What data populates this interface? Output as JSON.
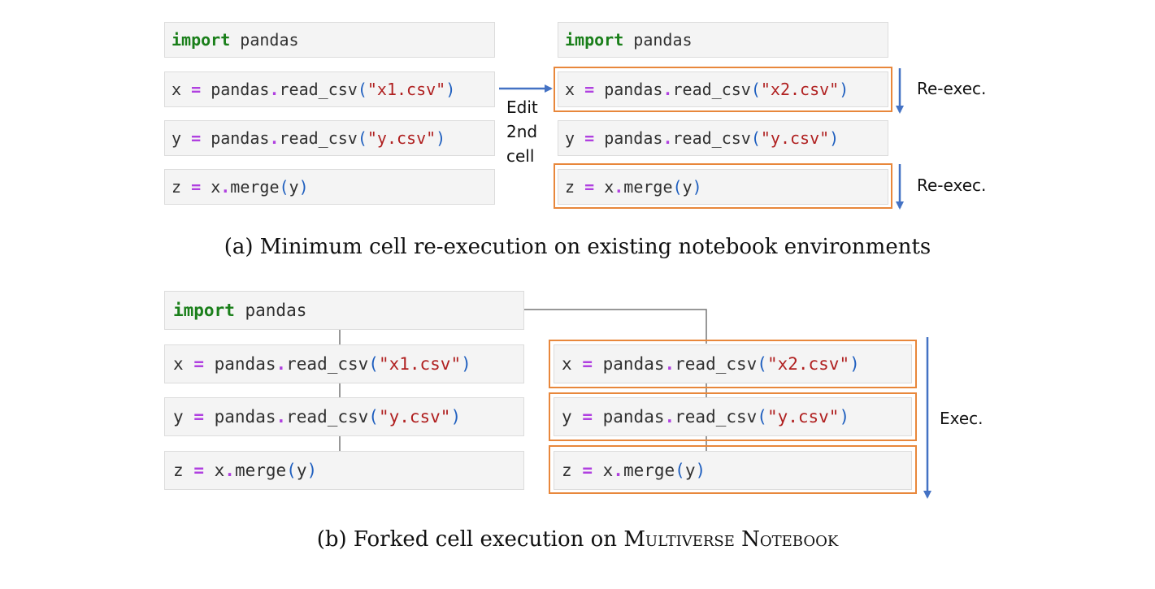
{
  "panel_a": {
    "left_cells": [
      {
        "kind": "import",
        "kw": "import",
        "rest": " pandas"
      },
      {
        "kind": "read",
        "var": "x",
        "obj": "pandas",
        "fn": "read_csv",
        "arg": "\"x1.csv\""
      },
      {
        "kind": "read",
        "var": "y",
        "obj": "pandas",
        "fn": "read_csv",
        "arg": "\"y.csv\""
      },
      {
        "kind": "merge",
        "var": "z",
        "obj": "x",
        "fn": "merge",
        "arg": "y"
      }
    ],
    "right_cells": [
      {
        "kind": "import",
        "kw": "import",
        "rest": " pandas"
      },
      {
        "kind": "read",
        "var": "x",
        "obj": "pandas",
        "fn": "read_csv",
        "arg": "\"x2.csv\""
      },
      {
        "kind": "read",
        "var": "y",
        "obj": "pandas",
        "fn": "read_csv",
        "arg": "\"y.csv\""
      },
      {
        "kind": "merge",
        "var": "z",
        "obj": "x",
        "fn": "merge",
        "arg": "y"
      }
    ],
    "edit_note": [
      "Edit",
      "2nd",
      "cell"
    ],
    "reexec_label": "Re-exec.",
    "caption": "(a) Minimum cell re-execution on existing notebook environments"
  },
  "panel_b": {
    "left_cells": [
      {
        "kind": "import",
        "kw": "import",
        "rest": " pandas"
      },
      {
        "kind": "read",
        "var": "x",
        "obj": "pandas",
        "fn": "read_csv",
        "arg": "\"x1.csv\""
      },
      {
        "kind": "read",
        "var": "y",
        "obj": "pandas",
        "fn": "read_csv",
        "arg": "\"y.csv\""
      },
      {
        "kind": "merge",
        "var": "z",
        "obj": "x",
        "fn": "merge",
        "arg": "y"
      }
    ],
    "right_cells": [
      {
        "kind": "read",
        "var": "x",
        "obj": "pandas",
        "fn": "read_csv",
        "arg": "\"x2.csv\""
      },
      {
        "kind": "read",
        "var": "y",
        "obj": "pandas",
        "fn": "read_csv",
        "arg": "\"y.csv\""
      },
      {
        "kind": "merge",
        "var": "z",
        "obj": "x",
        "fn": "merge",
        "arg": "y"
      }
    ],
    "exec_label": "Exec.",
    "caption_prefix": "(b) Forked cell execution on ",
    "caption_name": "Multiverse Notebook"
  },
  "colors": {
    "keyword": "#1a7f1a",
    "operator": "#b040e0",
    "string": "#b02020",
    "paren": "#1f5fbf",
    "highlight": "#e8873b",
    "arrow": "#4472c4",
    "connector": "#777777"
  }
}
